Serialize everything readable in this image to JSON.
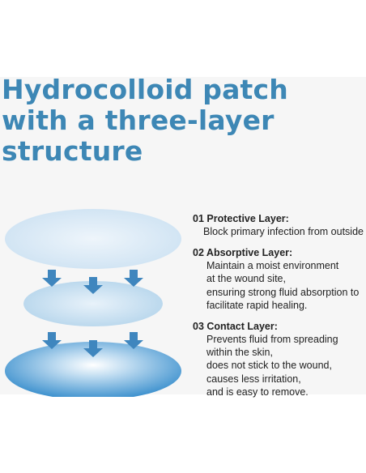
{
  "title_lines": [
    "Hydrocolloid patch",
    "with a three-layer",
    "structure"
  ],
  "colors": {
    "title": "#3d87b5",
    "background_panel": "#f6f6f6",
    "arrow": "#3f86be",
    "disc_protective": "#cfe3f3",
    "disc_absorptive": "#b7d6ec",
    "disc_contact": "#3a8fcd"
  },
  "layers": [
    {
      "title": "01 Protective Layer:",
      "description": [
        "Block primary infection from outside"
      ]
    },
    {
      "title": "02 Absorptive Layer:",
      "description": [
        "Maintain a moist environment",
        "at the wound site,",
        "ensuring strong fluid absorption to",
        "facilitate rapid healing."
      ]
    },
    {
      "title": "03 Contact Layer:",
      "description": [
        "Prevents fluid from spreading",
        "within the skin,",
        "does not stick to the wound,",
        "causes less irritation,",
        "and is easy to remove."
      ]
    }
  ]
}
